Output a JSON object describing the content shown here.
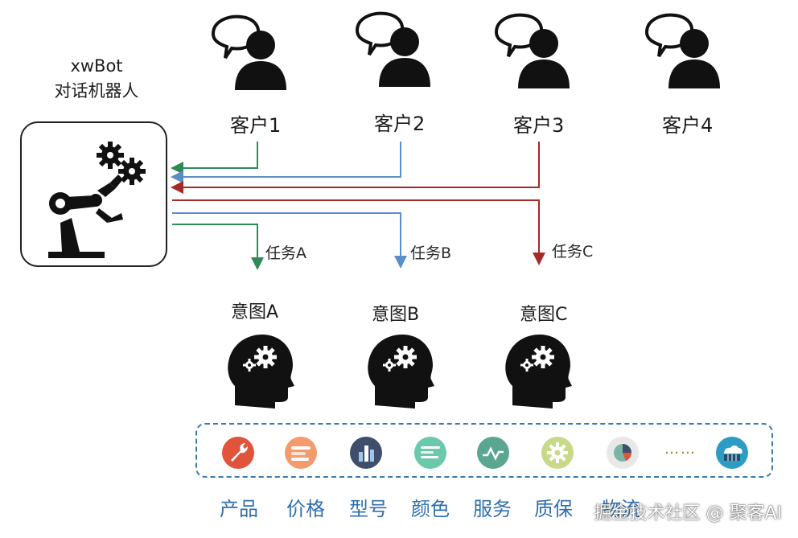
{
  "bot": {
    "title_line1": "xwBot",
    "title_line2": "对话机器人",
    "icon": "robot-arm-gears-icon"
  },
  "customers": [
    {
      "label": "客户1",
      "icon": "customer-speech-icon"
    },
    {
      "label": "客户2",
      "icon": "customer-speech-icon"
    },
    {
      "label": "客户3",
      "icon": "customer-speech-icon"
    },
    {
      "label": "客户4",
      "icon": "customer-speech-icon"
    }
  ],
  "tasks": [
    {
      "label": "任务A",
      "color": "#2e8b57"
    },
    {
      "label": "任务B",
      "color": "#5b8ec4"
    },
    {
      "label": "任务C",
      "color": "#a52a2a"
    }
  ],
  "intents": [
    {
      "label": "意图A",
      "icon": "head-gears-icon"
    },
    {
      "label": "意图B",
      "icon": "head-gears-icon"
    },
    {
      "label": "意图C",
      "icon": "head-gears-icon"
    }
  ],
  "knowledge": {
    "items": [
      {
        "label": "产品",
        "icon": "wrench-icon",
        "color": "#e2533c"
      },
      {
        "label": "价格",
        "icon": "price-bars-icon",
        "color": "#f39b6d"
      },
      {
        "label": "型号",
        "icon": "bar-chart-icon",
        "color": "#3f4e6b"
      },
      {
        "label": "颜色",
        "icon": "color-lines-icon",
        "color": "#6cc8ad"
      },
      {
        "label": "服务",
        "icon": "pulse-icon",
        "color": "#5aa690"
      },
      {
        "label": "质保",
        "icon": "gear-badge-icon",
        "color": "#c8d98a"
      },
      {
        "label": "物流",
        "icon": "pie-chart-icon",
        "color": "#7ab6a6"
      }
    ],
    "ellipsis": "……",
    "last_icon": {
      "icon": "cloud-box-icon",
      "color": "#2d9bc4"
    }
  },
  "watermark": "掘金技术社区 @ 聚客AI"
}
